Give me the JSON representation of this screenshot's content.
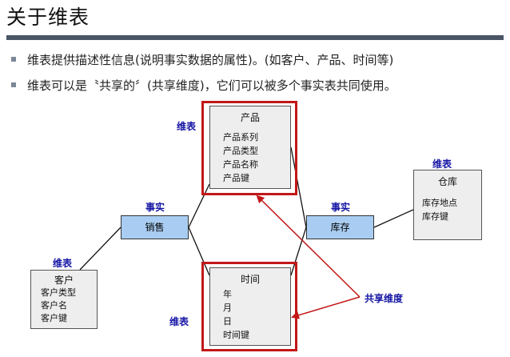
{
  "title": "关于维表",
  "bullets": [
    "维表提供描述性信息(说明事实数据的属性)。(如客户、产品、时间等)",
    "维表可以是〝共享的〞(共享维度)，它们可以被多个事实表共同使用。"
  ],
  "diagram": {
    "label_dim": "维表",
    "label_fact": "事实",
    "label_shared": "共享维度",
    "product": {
      "name": "产品",
      "fields": [
        "产品系列",
        "产品类型",
        "产品名称",
        "产品键"
      ]
    },
    "time": {
      "name": "时间",
      "fields": [
        "年",
        "月",
        "日",
        "时间键"
      ]
    },
    "customer": {
      "name": "客户",
      "fields": [
        "客户类型",
        "客户名",
        "客户键"
      ]
    },
    "warehouse": {
      "name": "仓库",
      "fields": [
        "库存地点",
        "库存键"
      ]
    },
    "fact_sales": "销售",
    "fact_inventory": "库存"
  },
  "colors": {
    "highlight": "#c21818",
    "fact_fill": "#a9cdf2",
    "label": "#1515a5"
  }
}
